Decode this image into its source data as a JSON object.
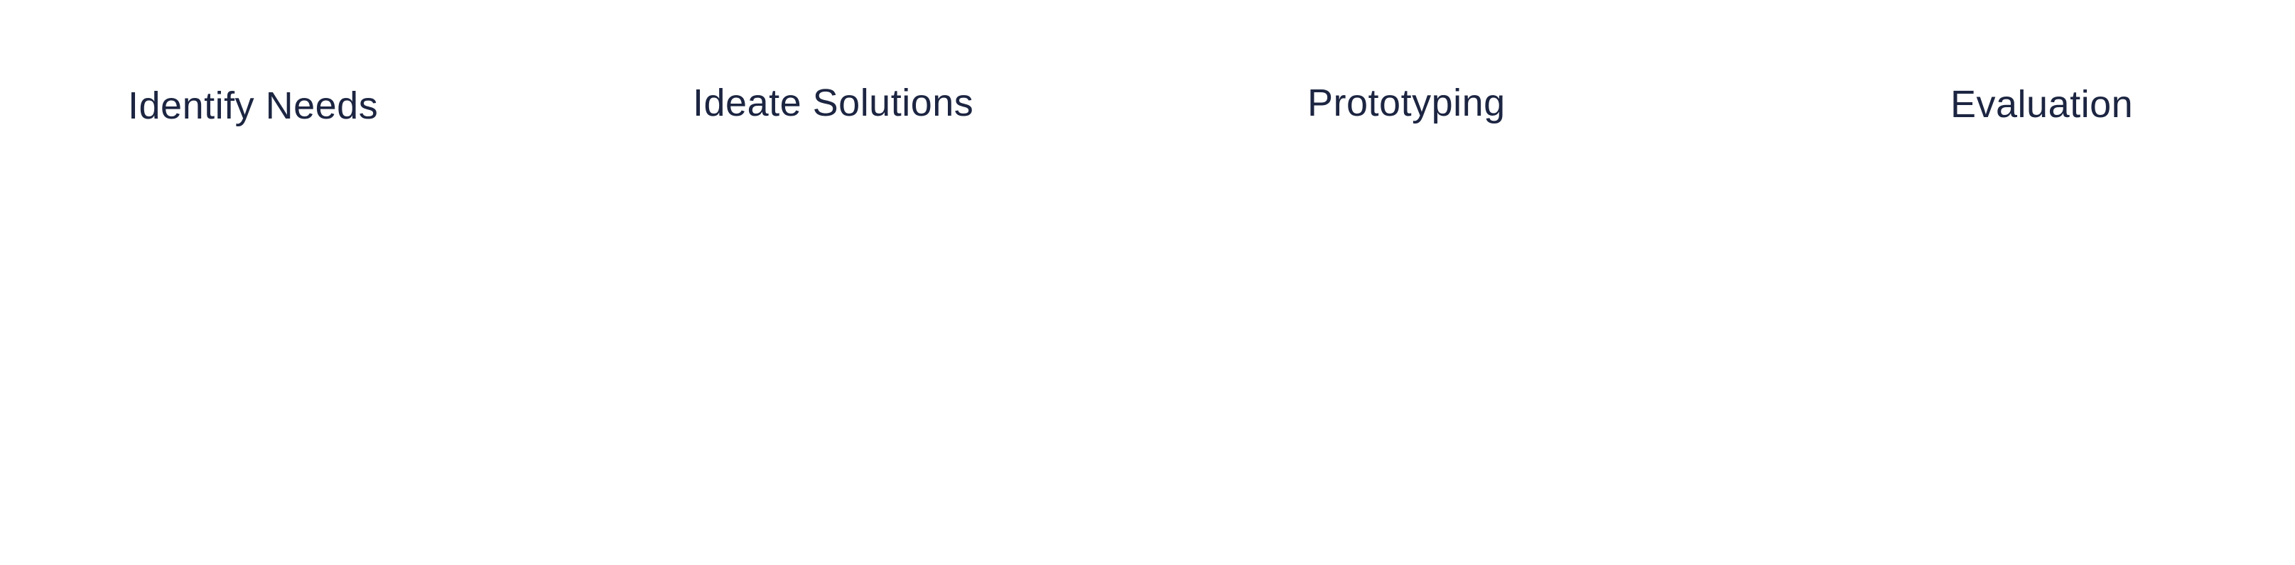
{
  "diagram": {
    "stages": [
      {
        "label": "Identify Needs"
      },
      {
        "label": "Ideate Solutions"
      },
      {
        "label": "Prototyping"
      },
      {
        "label": "Evaluation"
      }
    ],
    "colors": {
      "text": "#1c2541",
      "background": "#ffffff"
    }
  }
}
